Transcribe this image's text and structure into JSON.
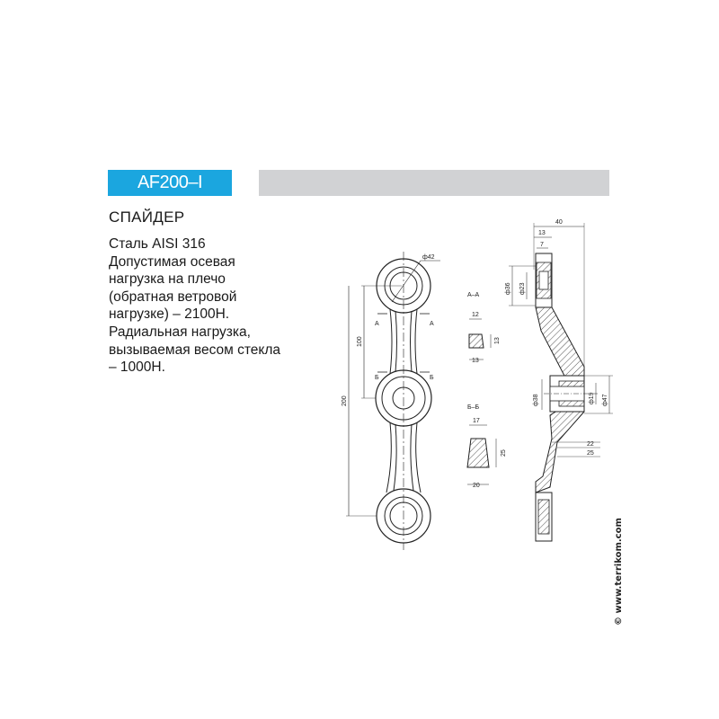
{
  "header": {
    "model": "AF200–I"
  },
  "product": {
    "name": "СПАЙДЕР",
    "spec_lines": [
      "Сталь AISI 316",
      "Допустимая осевая",
      "нагрузка на плечо",
      "(обратная ветровой",
      "нагрузке) – 2100Н.",
      "Радиальная нагрузка,",
      "вызываемая весом стекла",
      "– 1000Н."
    ]
  },
  "drawing": {
    "front": {
      "dia_hole": "ф42",
      "len_half": "100",
      "len_total": "200",
      "sec_a": "А",
      "sec_b": "Б"
    },
    "section_aa": {
      "title": "А–А",
      "top": "12",
      "bottom": "13",
      "height": "13"
    },
    "section_bb": {
      "title": "Б–Б",
      "top": "17",
      "bottom": "20",
      "height": "25"
    },
    "side": {
      "width": "40",
      "w13": "13",
      "w7": "7",
      "d36": "ф36",
      "d23": "ф23",
      "d38": "ф38",
      "d19": "ф19",
      "d47": "ф47",
      "h22": "22",
      "h25": "25"
    }
  },
  "copyright": "© www.terrikom.com",
  "colors": {
    "accent": "#1ba6df",
    "bar": "#d1d2d4"
  }
}
